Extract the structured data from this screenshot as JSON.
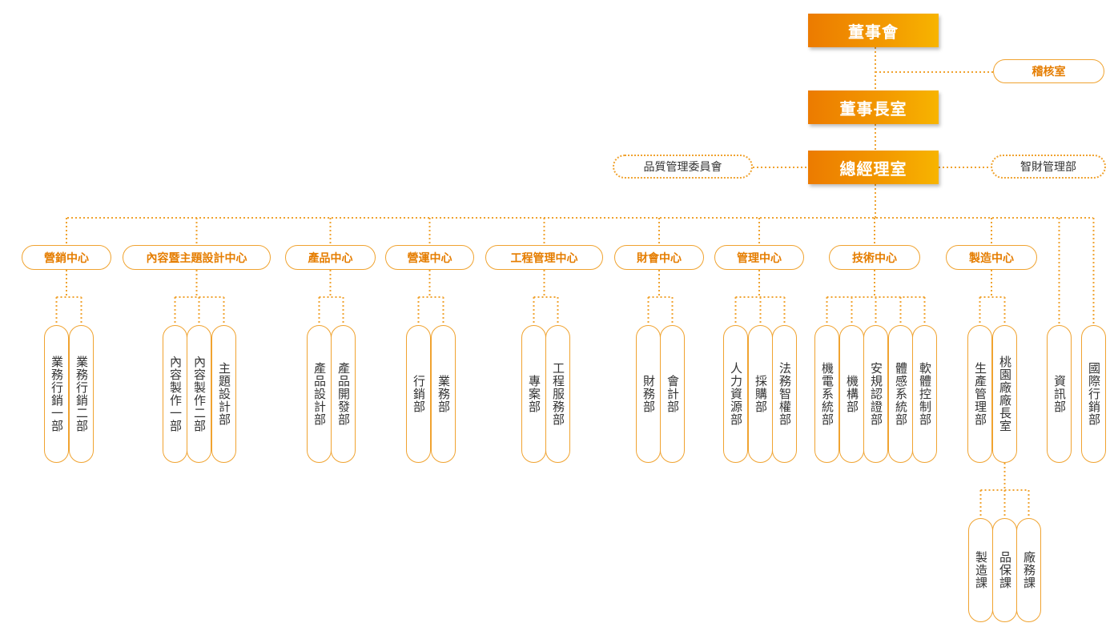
{
  "board": "董事會",
  "chairman_office": "董事長室",
  "gm_office": "總經理室",
  "audit_office": "稽核室",
  "quality_committee": "品質管理委員會",
  "ip_department": "智財管理部",
  "centers": [
    {
      "label": "營銷中心",
      "departments": [
        "業務行銷一部",
        "業務行銷二部"
      ]
    },
    {
      "label": "內容暨主題設計中心",
      "departments": [
        "內容製作一部",
        "內容製作二部",
        "主題設計部"
      ]
    },
    {
      "label": "產品中心",
      "departments": [
        "產品設計部",
        "產品開發部"
      ]
    },
    {
      "label": "營運中心",
      "departments": [
        "行銷部",
        "業務部"
      ]
    },
    {
      "label": "工程管理中心",
      "departments": [
        "專案部",
        "工程服務部"
      ]
    },
    {
      "label": "財會中心",
      "departments": [
        "財務部",
        "會計部"
      ]
    },
    {
      "label": "管理中心",
      "departments": [
        "人力資源部",
        "採購部",
        "法務智權部"
      ]
    },
    {
      "label": "技術中心",
      "departments": [
        "機電系統部",
        "機構部",
        "安規認證部",
        "體感系統部",
        "軟體控制部"
      ]
    },
    {
      "label": "製造中心",
      "departments": [
        "生產管理部",
        "桃園廠廠長室"
      ]
    }
  ],
  "direct_departments": [
    "資訊部",
    "國際行銷部"
  ],
  "factory_sections": [
    "製造課",
    "品保課",
    "廠務課"
  ],
  "colors": {
    "accent": "#f0a330",
    "orange": "#ec7b00",
    "text": "#333333"
  }
}
